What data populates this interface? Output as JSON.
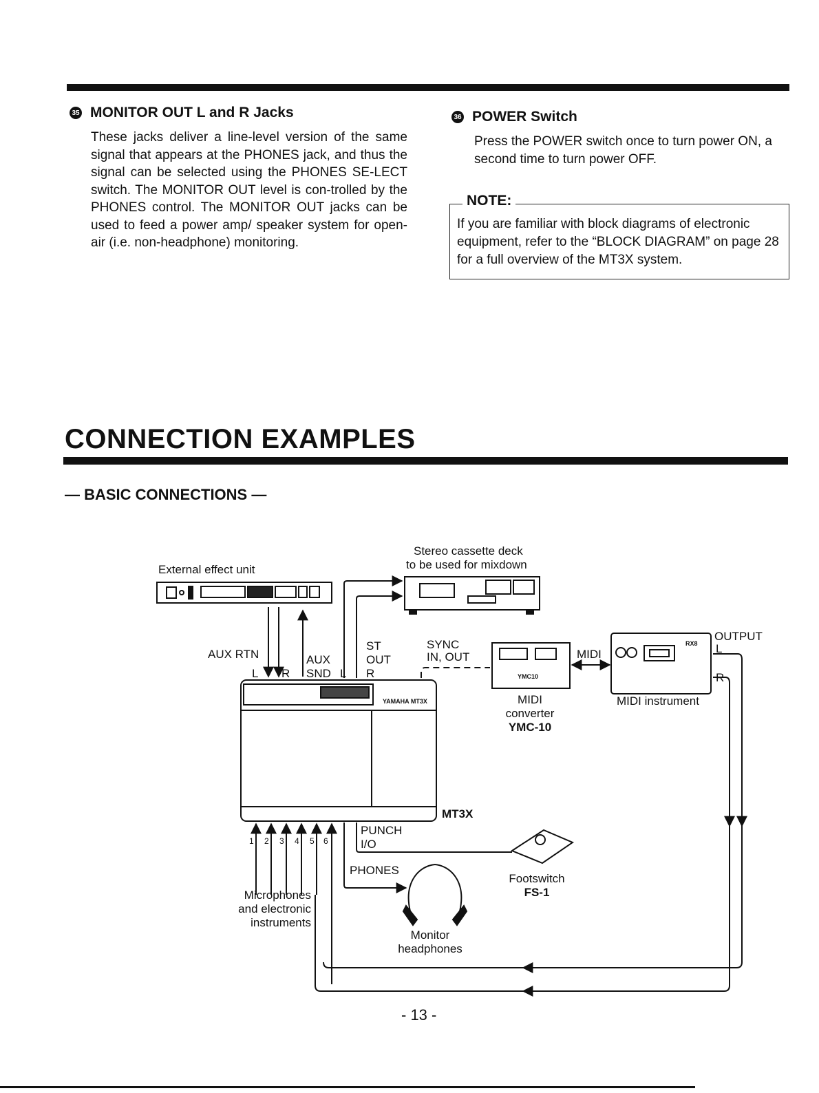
{
  "section35": {
    "number": "35",
    "title": "MONITOR OUT L and R Jacks",
    "body": "These jacks deliver a line-level version of the same signal that appears at the PHONES jack, and thus the signal can be selected using the PHONES SE-LECT switch. The MONITOR OUT level is con-trolled by the PHONES control. The MONITOR OUT jacks can be used to feed a power amp/ speaker system for open-air (i.e. non-headphone) monitoring."
  },
  "section36": {
    "number": "36",
    "title": "POWER Switch",
    "body": "Press the POWER switch once to turn power ON, a second time to turn power OFF."
  },
  "note": {
    "title": "NOTE:",
    "body": "If you are familiar with block diagrams of electronic equipment, refer to the “BLOCK DIAGRAM” on page 28 for a full overview of the MT3X system."
  },
  "main_title": "CONNECTION EXAMPLES",
  "sub_title": "— BASIC CONNECTIONS —",
  "diagram": {
    "external_effect": "External effect unit",
    "cassette_line1": "Stereo cassette deck",
    "cassette_line2": "to be used for mixdown",
    "aux_rtn": "AUX RTN",
    "aux_rtn_l": "L",
    "aux_rtn_r": "R",
    "aux_snd_1": "AUX",
    "aux_snd_2": "SND",
    "st_out_1": "ST",
    "st_out_2": "OUT",
    "st_out_l": "L",
    "st_out_r": "R",
    "sync_1": "SYNC",
    "sync_2": "IN, OUT",
    "midi": "MIDI",
    "output": "OUTPUT",
    "output_l": "L",
    "output_r": "R",
    "midi_converter_1": "MIDI",
    "midi_converter_2": "converter",
    "midi_converter_3": "YMC-10",
    "midi_instrument": "MIDI instrument",
    "mt3x": "MT3X",
    "punch_1": "PUNCH",
    "punch_2": "I/O",
    "phones": "PHONES",
    "footswitch_1": "Footswitch",
    "footswitch_2": "FS-1",
    "mic_1": "Microphones",
    "mic_2": "and electronic",
    "mic_3": "instruments",
    "monitor_1": "Monitor",
    "monitor_2": "headphones",
    "ch1": "1",
    "ch2": "2",
    "ch3": "3",
    "ch4": "4",
    "ch5": "5",
    "ch6": "6",
    "brand": "YAMAHA MT3X",
    "ymc_logo": "YMC10",
    "rx_logo": "RX8"
  },
  "page_number": "- 13 -"
}
